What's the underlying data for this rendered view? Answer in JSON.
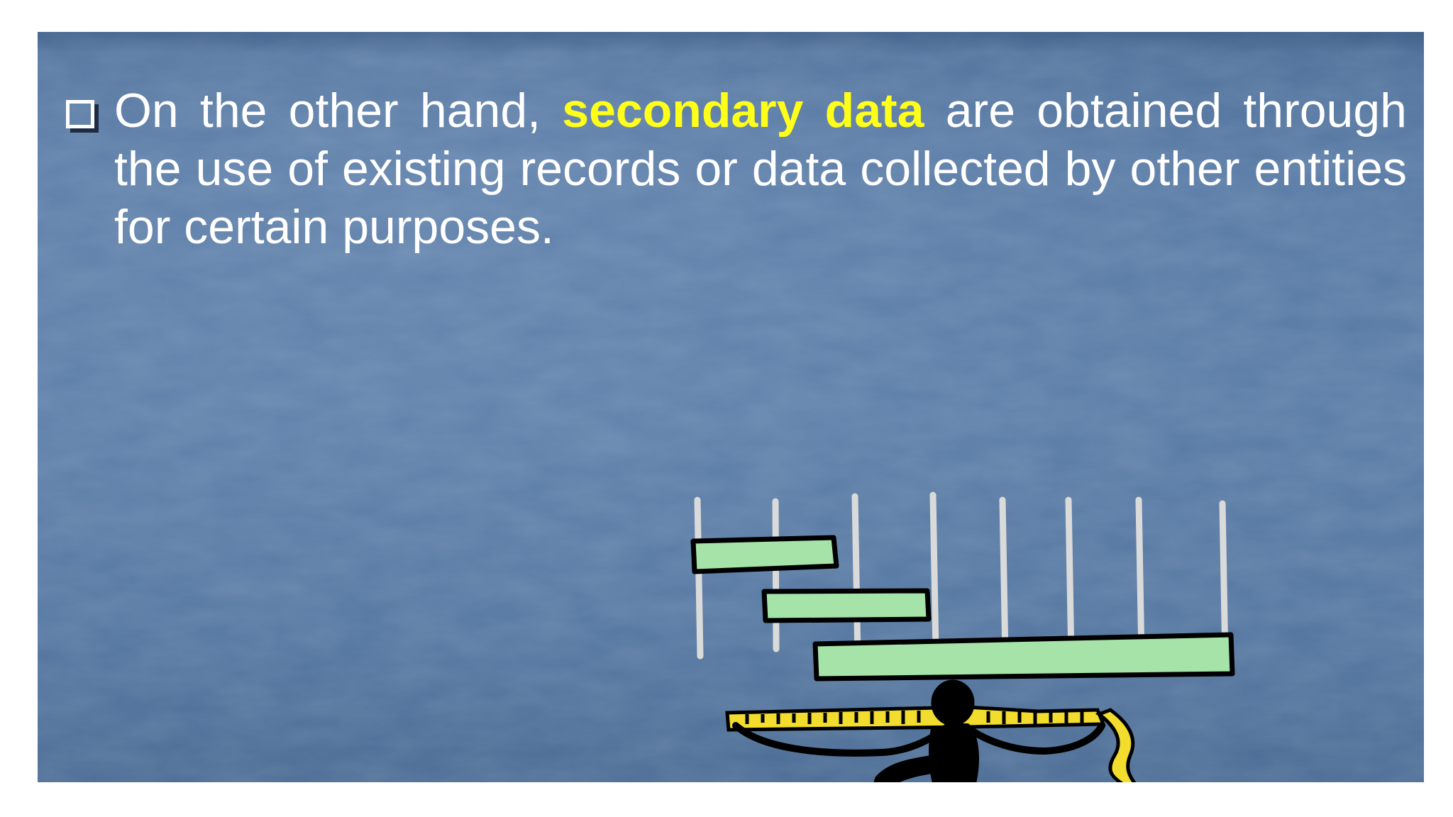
{
  "slide": {
    "bullet_icon": "hollow-square-bullet-icon",
    "text_before": "On the other hand, ",
    "highlight": "secondary data",
    "text_after": " are obtained through the use of existing records or data collected by other entities for certain purposes."
  },
  "illustration": {
    "icon": "person-holding-gantt-chart-with-measuring-tape-icon"
  },
  "colors": {
    "background": "#5779a3",
    "text": "#ffffff",
    "highlight": "#ffff1a",
    "bar_fill": "#a6e3a8",
    "tape": "#f2dc2e"
  }
}
